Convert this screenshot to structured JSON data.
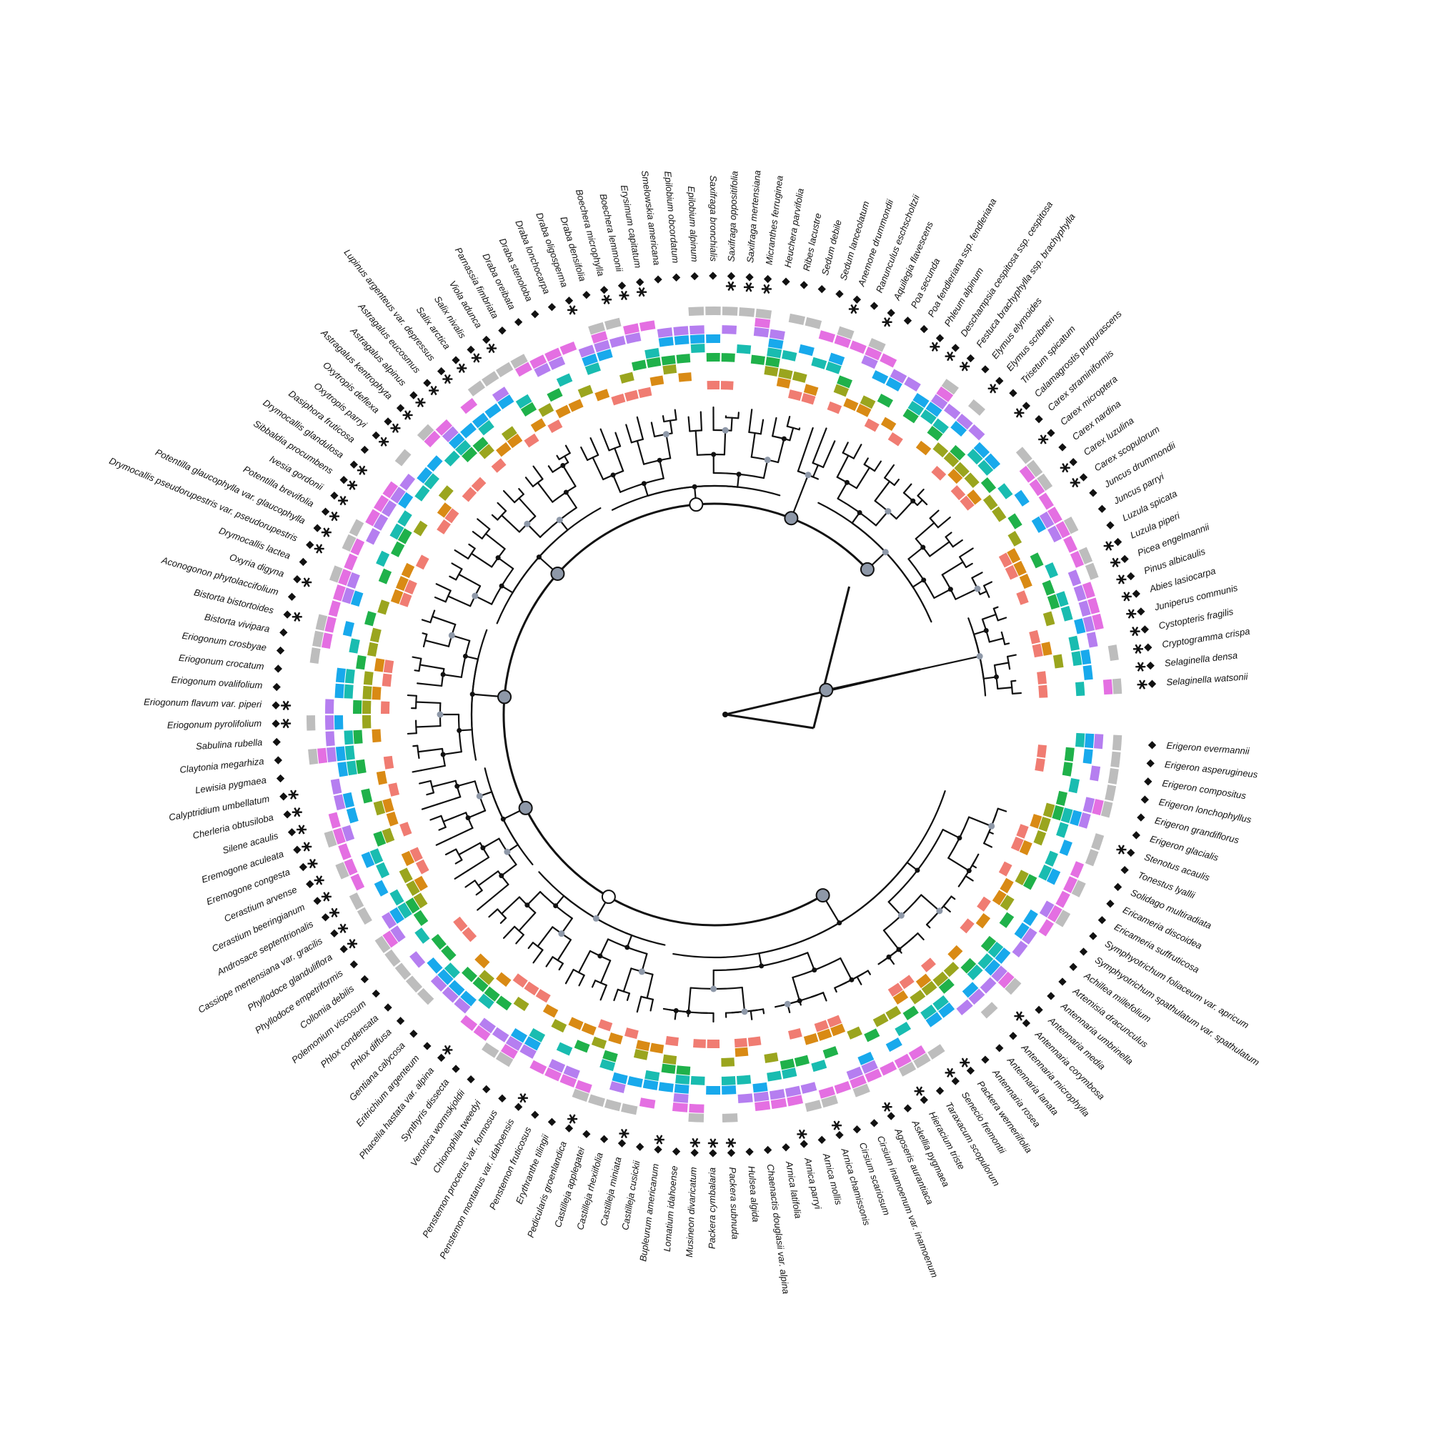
{
  "colors": {
    "trait_1": "#f07c72",
    "trait_2": "#d98a14",
    "trait_3": "#9aa51e",
    "trait_4": "#1fb14a",
    "trait_5": "#19bcb0",
    "trait_6": "#18a9ec",
    "trait_7": "#b57ef0",
    "trait_8": "#e46fe2",
    "trait_9": "#bdbdbd",
    "branch": "#111111",
    "node_grey": "#8e98a8"
  },
  "markers": {
    "star_icon": "asterisk-icon",
    "diamond_icon": "diamond-icon"
  },
  "taxa": [
    "Selaginella watsonii",
    "Selaginella densa",
    "Cryptogramma crispa",
    "Cystopteris fragilis",
    "Juniperus communis",
    "Abies lasiocarpa",
    "Pinus albicaulis",
    "Picea engelmannii",
    "Luzula piperi",
    "Luzula spicata",
    "Juncus parryi",
    "Juncus drummondii",
    "Carex scopulorum",
    "Carex luzulina",
    "Carex nardina",
    "Carex microptera",
    "Carex straminiformis",
    "Calamagrostis purpurascens",
    "Trisetum spicatum",
    "Elymus scribneri",
    "Elymus elymoides",
    "Festuca brachyphylla ssp. brachyphylla",
    "Deschampsia cespitosa ssp. cespitosa",
    "Phleum alpinum",
    "Poa fendleriana ssp. fendleriana",
    "Poa secunda",
    "Aquilegia flavescens",
    "Ranunculus eschscholtzii",
    "Anemone drummondii",
    "Sedum lanceolatum",
    "Sedum debile",
    "Ribes lacustre",
    "Heuchera parvifolia",
    "Micranthes ferruginea",
    "Saxifraga mertensiana",
    "Saxifraga oppositifolia",
    "Saxifraga bronchialis",
    "Epilobium alpinum",
    "Epilobium obcordatum",
    "Smelowskia americana",
    "Erysimum capitatum",
    "Boechera lemmonii",
    "Boechera microphylla",
    "Draba densifolia",
    "Draba oligosperma",
    "Draba lonchocarpa",
    "Draba stenoloba",
    "Draba oreibata",
    "Parnassia fimbriata",
    "Viola adunca",
    "Salix nivalis",
    "Salix arctica",
    "Lupinus argenteus var. depressus",
    "Astragalus eucosmus",
    "Astragalus alpinus",
    "Astragalus kentrophyta",
    "Oxytropis deflexa",
    "Oxytropis parryi",
    "Dasiphora fruticosa",
    "Drymocallis glandulosa",
    "Sibbaldia procumbens",
    "Ivesia gordonii",
    "Potentilla brevifolia",
    "Potentilla glaucophylla var. glaucophylla",
    "Drymocallis pseudorupestris var. pseudorupestris",
    "Drymocallis lactea",
    "Oxyria digyna",
    "Aconogonon phytolaccifolium",
    "Bistorta bistortoides",
    "Bistorta vivipara",
    "Eriogonum crosbyae",
    "Eriogonum crocatum",
    "Eriogonum ovalifolium",
    "Eriogonum flavum var. piperi",
    "Eriogonum pyrolifolium",
    "Sabulina rubella",
    "Claytonia megarhiza",
    "Lewisia pygmaea",
    "Calyptridium umbellatum",
    "Cherleria obtusiloba",
    "Silene acaulis",
    "Eremogone aculeata",
    "Eremogone congesta",
    "Cerastium arvense",
    "Cerastium beeringianum",
    "Androsace septentrionalis",
    "Cassiope mertensiana var. gracilis",
    "Phyllodoce glanduliflora",
    "Phyllodoce empetriformis",
    "Collomia debilis",
    "Polemonium viscosum",
    "Phlox condensata",
    "Phlox diffusa",
    "Gentiana calycosa",
    "Eritrichium argenteum",
    "Phacelia hastata var. alpina",
    "Synthyris dissecta",
    "Veronica wormskjoldii",
    "Chionophila tweedyi",
    "Penstemon procerus var. formosus",
    "Penstemon montanus var. idahoensis",
    "Penstemon fruticosus",
    "Erythranthe tilingii",
    "Pedicularis groenlandica",
    "Castilleja applegatei",
    "Castilleja rhexiifolia",
    "Castilleja miniata",
    "Castilleja cusickii",
    "Bupleurum americanum",
    "Lomatium idahoense",
    "Musineon divaricatum",
    "Packera cymbalaria",
    "Packera subnuda",
    "Hulsea algida",
    "Chaenactis douglasii var. alpina",
    "Arnica latifolia",
    "Arnica parryi",
    "Arnica mollis",
    "Arnica chamissonis",
    "Cirsium scariosum",
    "Cirsium inamoenum var. inamoenum",
    "Agoseris aurantiaca",
    "Askellia pygmaea",
    "Hieracium triste",
    "Taraxacum scopulorum",
    "Senecio fremontii",
    "Packera werneriifolia",
    "Antennaria rosea",
    "Antennaria lanata",
    "Antennaria microphylla",
    "Antennaria corymbosa",
    "Antennaria media",
    "Antennaria umbrinella",
    "Artemisia dracunculus",
    "Achillea millefolium",
    "Symphyotrichum spathulatum var. spathulatum",
    "Symphyotrichum foliaceum var. apricum",
    "Ericameria suffruticosa",
    "Ericameria discoidea",
    "Solidago multiradiata",
    "Tonestus lyallii",
    "Stenotus acaulis",
    "Erigeron glacialis",
    "Erigeron grandiflorus",
    "Erigeron lonchophyllus",
    "Erigeron compositus",
    "Erigeron asperugineus",
    "Erigeron evermannii"
  ],
  "star_taxa": [
    0,
    1,
    2,
    3,
    4,
    5,
    6,
    7,
    8,
    12,
    13,
    15,
    17,
    19,
    21,
    22,
    23,
    26,
    28,
    33,
    34,
    35,
    40,
    41,
    42,
    44,
    49,
    50,
    51,
    52,
    53,
    54,
    55,
    56,
    57,
    59,
    60,
    61,
    62,
    63,
    64,
    66,
    68,
    73,
    74,
    78,
    79,
    80,
    81,
    82,
    83,
    84,
    85,
    86,
    87,
    95,
    100,
    103,
    106,
    108,
    110,
    111,
    112,
    116,
    118,
    121,
    123,
    125,
    126,
    130,
    141
  ],
  "trait_pattern": [
    [
      1,
      0,
      0,
      0,
      1,
      0,
      0,
      1,
      1
    ],
    [
      0,
      0,
      1,
      0,
      0,
      0,
      0,
      1,
      0
    ],
    [
      1,
      0,
      0,
      1,
      0,
      0,
      1,
      0,
      1
    ],
    [
      0,
      1,
      1,
      0,
      0,
      1,
      0,
      1,
      0
    ],
    [
      1,
      1,
      0,
      1,
      0,
      0,
      0,
      0,
      1
    ],
    [
      0,
      0,
      1,
      0,
      1,
      0,
      1,
      1,
      0
    ],
    [
      1,
      0,
      0,
      0,
      0,
      1,
      1,
      0,
      1
    ],
    [
      0,
      1,
      0,
      1,
      1,
      0,
      0,
      1,
      0
    ],
    [
      1,
      0,
      1,
      0,
      0,
      1,
      0,
      0,
      1
    ],
    [
      0,
      1,
      0,
      1,
      1,
      0,
      1,
      0,
      0
    ],
    [
      1,
      1,
      0,
      0,
      0,
      0,
      1,
      1,
      1
    ]
  ]
}
